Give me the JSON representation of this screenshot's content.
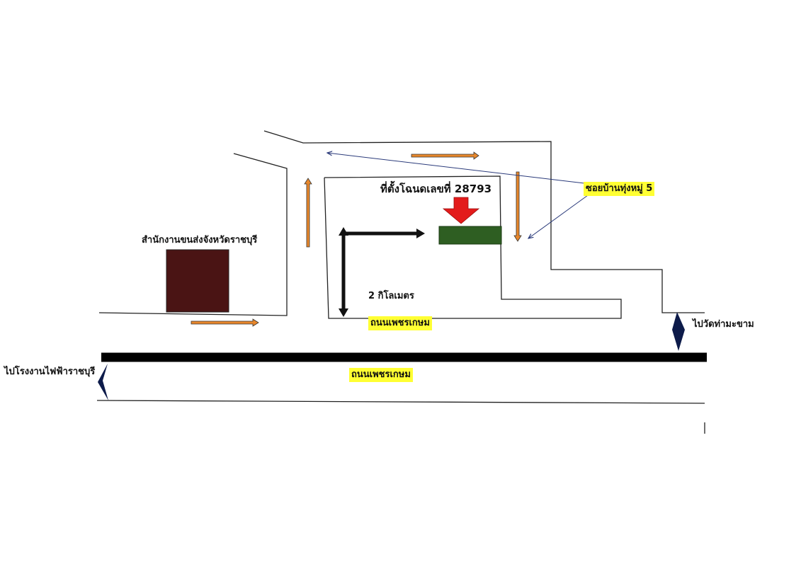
{
  "labels": {
    "plot_location": "ที่ตั้งโฉนดเลขที่ 28793",
    "soi_name": "ซอยบ้านทุ่งหมู่ 5",
    "transport_office": "สำนักงานขนส่งจังหวัดราชบุรี",
    "distance": "2 กิโลเมตร",
    "road_upper": "ถนนเพชรเกษม",
    "road_lower": "ถนนเพชรเกษม",
    "to_right": "ไปวัดท่ามะขาม",
    "to_left": "ไปโรงงานไฟฟ้าราชบุรี"
  },
  "colors": {
    "highlight": "#ffff33",
    "plot": "#2e5e22",
    "marker": "#e31b1b",
    "building": "#4a1414",
    "direction_arrow": "#e8872b",
    "highway": "#000000",
    "end_marker": "#0d1b4a"
  },
  "icons": {
    "plot_marker": "down-arrow-icon",
    "direction": "arrow-icon",
    "end_marker": "chevron-icon"
  }
}
